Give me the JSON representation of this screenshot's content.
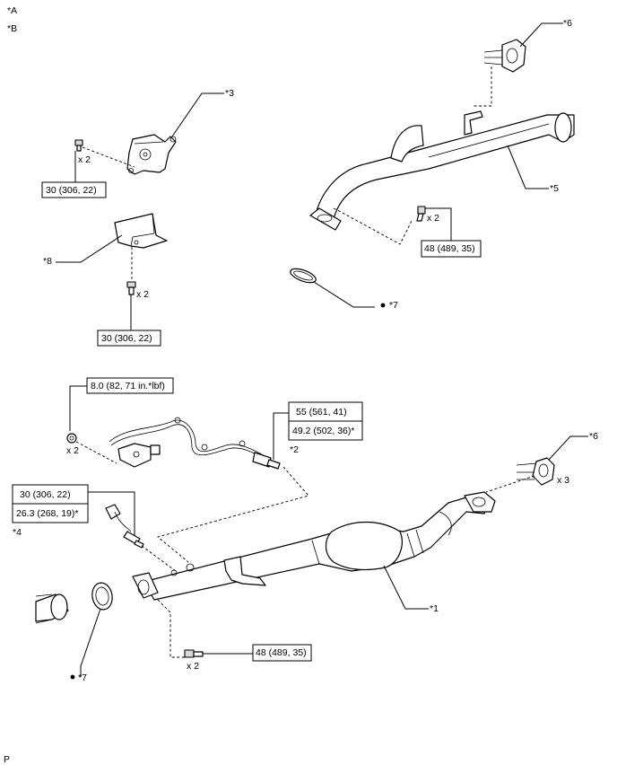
{
  "legend": {
    "a": "*A",
    "b": "*B",
    "page_mark": "P"
  },
  "callouts": {
    "c1": "*1",
    "c2": "*2",
    "c3": "*3",
    "c4": "*4",
    "c5": "*5",
    "c6_top": "*6",
    "c6_mid": "*6",
    "c7_top": "*7",
    "c7_bottom": "*7",
    "c8": "*8"
  },
  "quantities": {
    "q_bracket_bolt": "x 2",
    "q_tailpipe_bolt": "x 2",
    "q_heat_insulator_bolt": "x 2",
    "q_sensor_clamp": "x 2",
    "q_hanger": "x 3",
    "q_front_flange_bolt": "x 2"
  },
  "torques": {
    "bracket_bolt": "30 (306, 22)",
    "tailpipe_bolt": "48 (489, 35)",
    "heat_insulator_bolt": "30 (306, 22)",
    "wire_clamp_nut": "8.0 (82, 71 in.*lbf)",
    "sensor_2_line1": "55 (561, 41)",
    "sensor_2_line2": "49.2 (502, 36)*",
    "sensor_4_line1": "30 (306, 22)",
    "sensor_4_line2": "26.3 (268, 19)*",
    "front_flange_bolt": "48 (489, 35)"
  }
}
